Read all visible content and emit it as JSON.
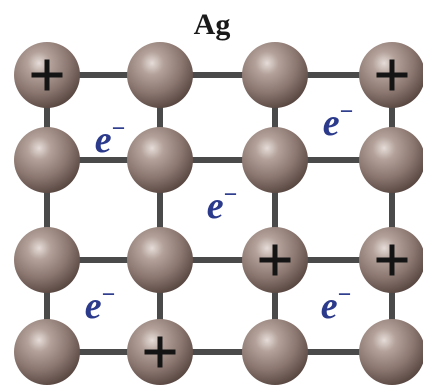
{
  "title": "Ag",
  "lattice": {
    "rows": 4,
    "cols": 4,
    "ion_positions": [
      [
        0,
        0
      ],
      [
        0,
        3
      ],
      [
        2,
        2
      ],
      [
        2,
        3
      ],
      [
        3,
        1
      ]
    ]
  },
  "electrons": [
    {
      "label": "e",
      "sup": "−"
    },
    {
      "label": "e",
      "sup": "−"
    },
    {
      "label": "e",
      "sup": "−"
    },
    {
      "label": "e",
      "sup": "−"
    },
    {
      "label": "e",
      "sup": "−"
    }
  ],
  "ion_symbol": "+",
  "colors": {
    "atom": "#8f7b74",
    "atom_highlight": "#d9cdc8",
    "atom_shadow": "#5a4a45",
    "bond": "#4a4a4a",
    "electron": "#2c3a8c",
    "plus": "#141414"
  }
}
